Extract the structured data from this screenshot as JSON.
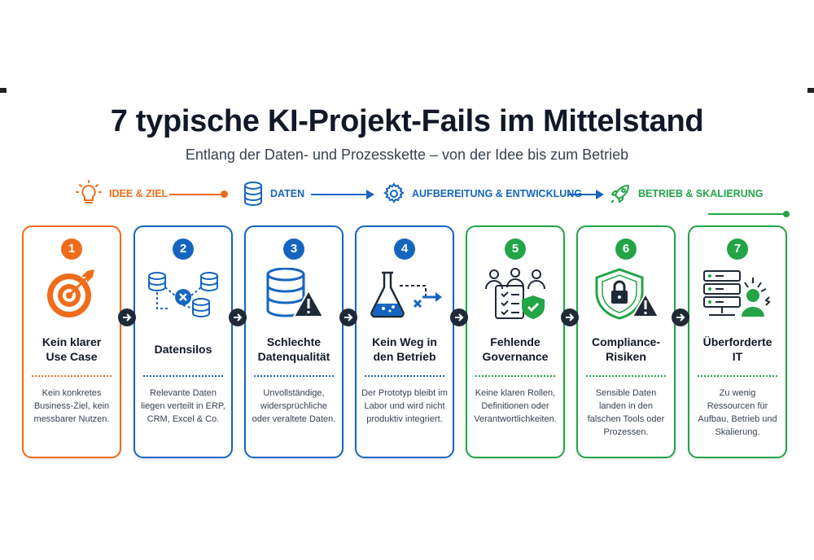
{
  "title": "7 typische KI-Projekt-Fails im Mittelstand",
  "subtitle": "Entlang der Daten- und Prozesskette – von der Idee bis zum Betrieb",
  "colors": {
    "orange": "#ef6c1a",
    "blue": "#1565c0",
    "green": "#22a447",
    "dark": "#1f2937"
  },
  "stages": [
    {
      "label": "IDEE & ZIEL",
      "icon": "lightbulb-icon",
      "color": "#ef6c1a"
    },
    {
      "label": "DATEN",
      "icon": "database-icon",
      "color": "#1565c0"
    },
    {
      "label": "AUFBEREITUNG & ENTWICKLUNG",
      "icon": "gear-icon",
      "color": "#1565c0"
    },
    {
      "label": "BETRIEB & SKALIERUNG",
      "icon": "rocket-icon",
      "color": "#22a447"
    }
  ],
  "cards": [
    {
      "number": "1",
      "title_line1": "Kein klarer",
      "title_line2": "Use Case",
      "desc": "Kein konkretes Business-Ziel, kein messbarer Nutzen.",
      "icon": "target-icon",
      "color": "#ef6c1a"
    },
    {
      "number": "2",
      "title_line1": "Datensilos",
      "title_line2": "",
      "desc": "Relevante Daten liegen verteilt in ERP, CRM, Excel & Co.",
      "icon": "data-silos-icon",
      "color": "#1565c0"
    },
    {
      "number": "3",
      "title_line1": "Schlechte",
      "title_line2": "Datenqualität",
      "desc": "Unvollständige, widersprüchliche oder veraltete Daten.",
      "icon": "database-warning-icon",
      "color": "#1565c0"
    },
    {
      "number": "4",
      "title_line1": "Kein Weg in",
      "title_line2": "den Betrieb",
      "desc": "Der Prototyp bleibt im Labor und wird nicht produktiv integriert.",
      "icon": "flask-arrow-icon",
      "color": "#1565c0"
    },
    {
      "number": "5",
      "title_line1": "Fehlende",
      "title_line2": "Governance",
      "desc": "Keine klaren Rollen, Definitionen oder Verantwortlichkeiten.",
      "icon": "governance-icon",
      "color": "#22a447"
    },
    {
      "number": "6",
      "title_line1": "Compliance-",
      "title_line2": "Risiken",
      "desc": "Sensible Daten landen in den falschen Tools oder Prozessen.",
      "icon": "shield-lock-icon",
      "color": "#22a447"
    },
    {
      "number": "7",
      "title_line1": "Überforderte",
      "title_line2": "IT",
      "desc": "Zu wenig Ressourcen für Aufbau, Betrieb und Skalierung.",
      "icon": "server-overload-icon",
      "color": "#22a447"
    }
  ]
}
